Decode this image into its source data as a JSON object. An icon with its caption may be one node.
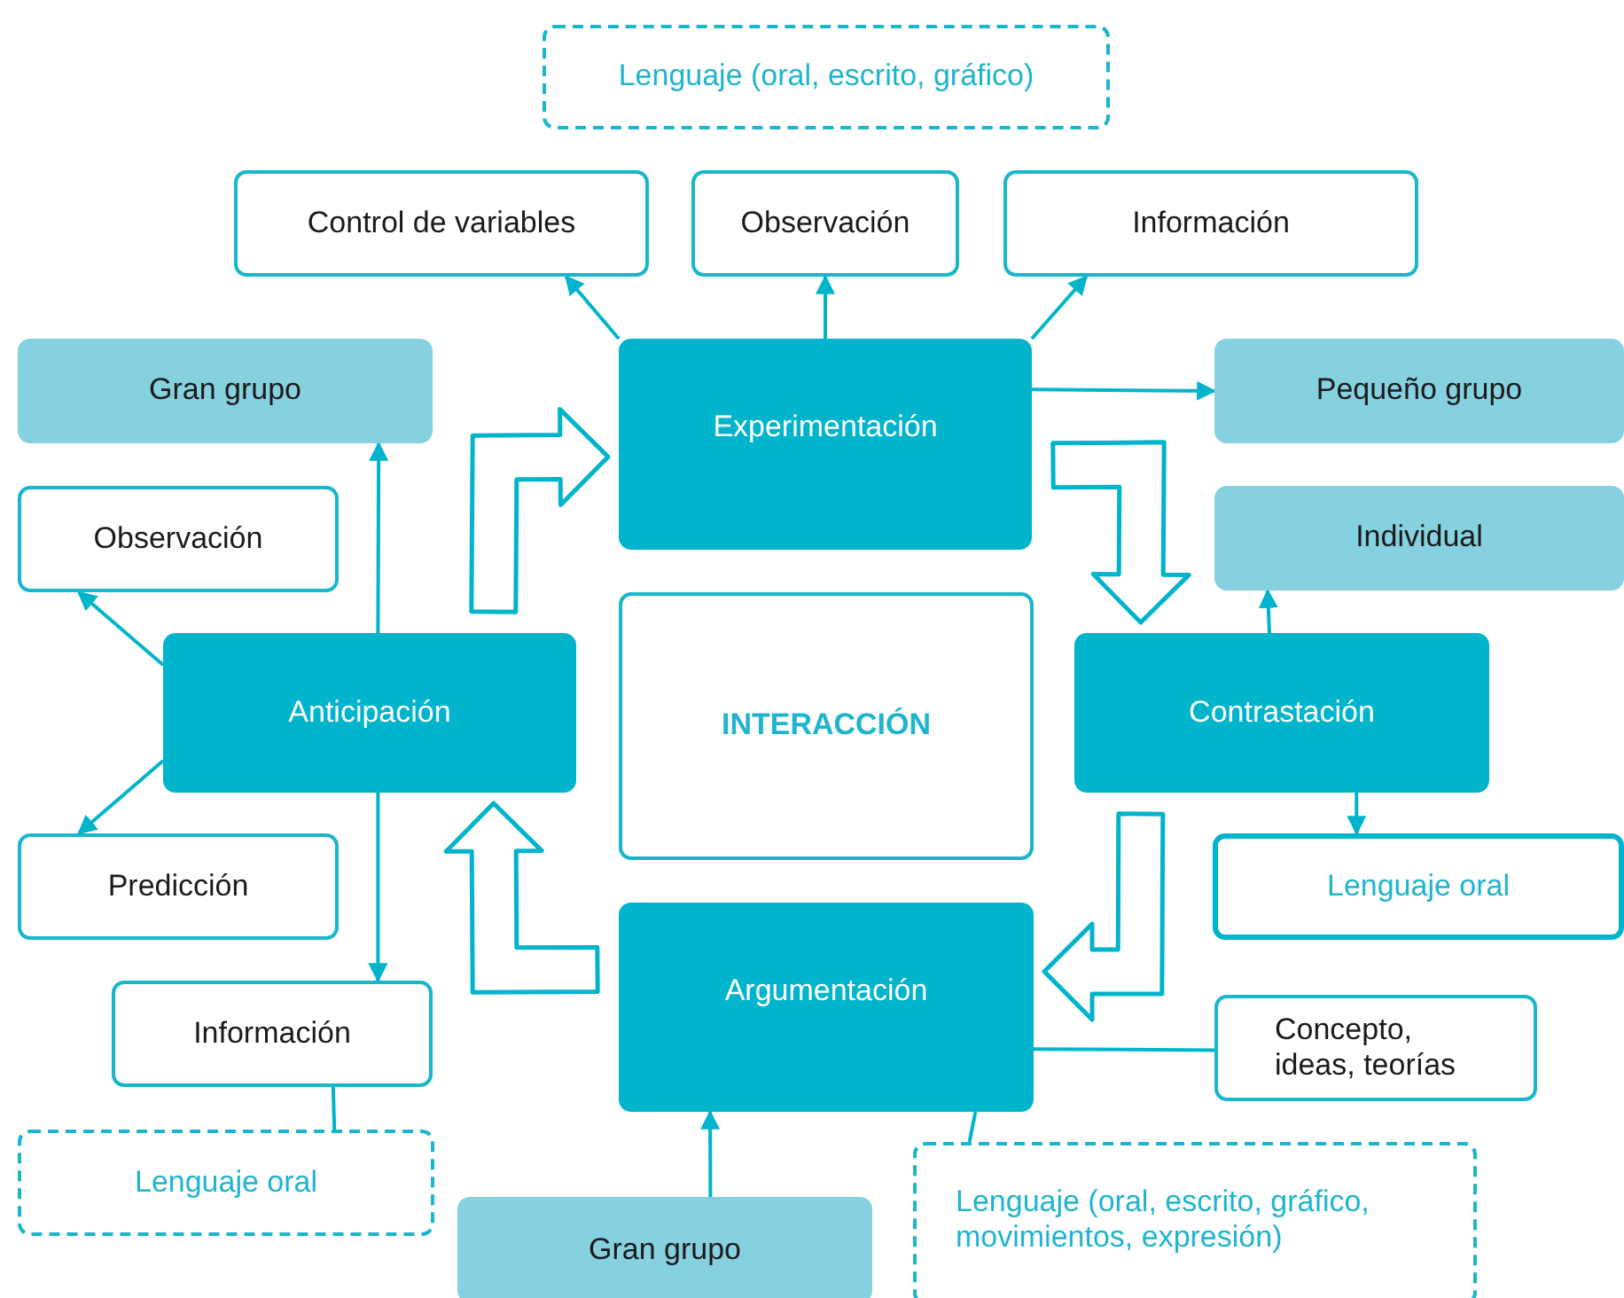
{
  "diagram": {
    "nodes": [
      {
        "text": [
          "Lenguaje (oral, escrito, gráfico)"
        ]
      },
      {
        "text": [
          "Control de variables"
        ]
      },
      {
        "text": [
          "Observación"
        ]
      },
      {
        "text": [
          "Información"
        ]
      },
      {
        "text": [
          "Experimentación"
        ]
      },
      {
        "text": [
          "Gran grupo"
        ]
      },
      {
        "text": [
          "Pequeño grupo"
        ]
      },
      {
        "text": [
          "Observación"
        ]
      },
      {
        "text": [
          "Individual"
        ]
      },
      {
        "text": [
          "Anticipación"
        ]
      },
      {
        "text": [
          "INTERACCIÓN"
        ]
      },
      {
        "text": [
          "Contrastación"
        ]
      },
      {
        "text": [
          "Predicción"
        ]
      },
      {
        "text": [
          "Lenguaje oral"
        ]
      },
      {
        "text": [
          "Argumentación"
        ]
      },
      {
        "text": [
          "Información"
        ]
      },
      {
        "text": [
          "Concepto, ideas, teorías"
        ]
      },
      {
        "text": [
          "Lenguaje oral"
        ]
      },
      {
        "text": [
          "Gran grupo"
        ]
      },
      {
        "text": [
          "Lenguaje (oral, escrito, gráfico, movimientos, expresión)"
        ]
      }
    ],
    "edges": [
      {
        "from": 4,
        "to": 1,
        "arrow": "to"
      },
      {
        "from": 4,
        "to": 2,
        "arrow": "to"
      },
      {
        "from": 4,
        "to": 3,
        "arrow": "to"
      },
      {
        "from": 4,
        "to": 6,
        "arrow": "to"
      },
      {
        "from": 9,
        "to": 5,
        "arrow": "to"
      },
      {
        "from": 9,
        "to": 7,
        "arrow": "to"
      },
      {
        "from": 9,
        "to": 12,
        "arrow": "to"
      },
      {
        "from": 9,
        "to": 15,
        "arrow": "to"
      },
      {
        "from": 11,
        "to": 8,
        "arrow": "to"
      },
      {
        "from": 11,
        "to": 13,
        "arrow": "to"
      },
      {
        "from": 14,
        "to": 16,
        "arrow": "none"
      },
      {
        "from": 14,
        "to": 19,
        "arrow": "none"
      },
      {
        "from": 15,
        "to": 17,
        "arrow": "none"
      },
      {
        "from": 18,
        "to": 14,
        "arrow": "to"
      },
      {
        "from": 9,
        "to": 4,
        "arrow": "to",
        "style": "thick"
      },
      {
        "from": 4,
        "to": 11,
        "arrow": "to",
        "style": "thick"
      },
      {
        "from": 11,
        "to": 14,
        "arrow": "to",
        "style": "thick"
      },
      {
        "from": 14,
        "to": 9,
        "arrow": "to",
        "style": "thick"
      }
    ]
  }
}
